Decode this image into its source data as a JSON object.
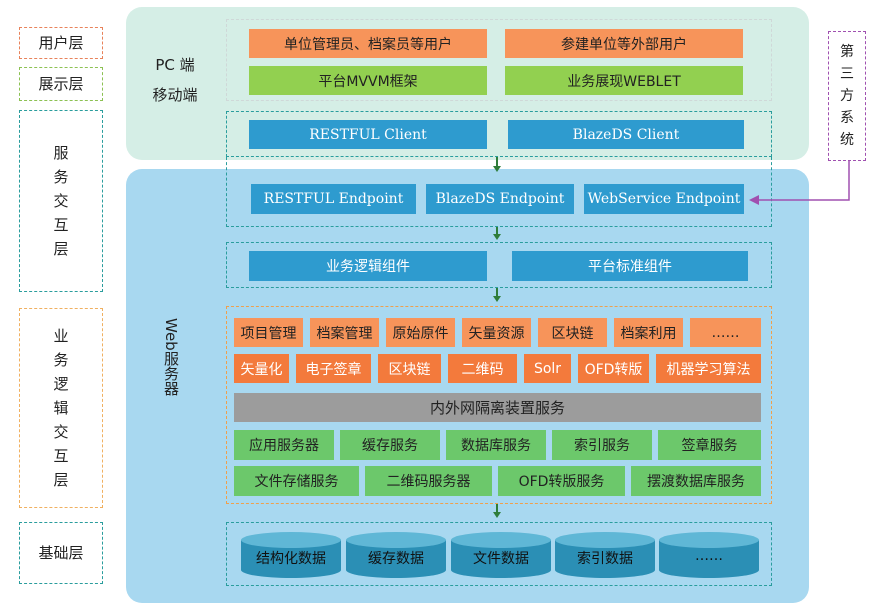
{
  "layers": [
    {
      "label": "用户层",
      "color": "#e8825a"
    },
    {
      "label": "展示层",
      "color": "#8cc152"
    },
    {
      "label": "服务交互层",
      "color": "#2a9d9d"
    },
    {
      "label": "业务逻辑交互层",
      "color": "#f0b060"
    },
    {
      "label": "基础层",
      "color": "#2a9d9d"
    }
  ],
  "client_panel": {
    "line1": "PC 端",
    "line2": "移动端"
  },
  "server_panel": {
    "label": "Web服务器"
  },
  "third_party": {
    "label": "第三方系统"
  },
  "users": [
    "单位管理员、档案员等用户",
    "参建单位等外部用户"
  ],
  "presentation": [
    "平台MVVM框架",
    "业务展现WEBLET"
  ],
  "clients": [
    "RESTFUL  Client",
    "BlazeDS    Client"
  ],
  "endpoints": [
    "RESTFUL  Endpoint",
    "BlazeDS  Endpoint",
    "WebService  Endpoint"
  ],
  "components": [
    "业务逻辑组件",
    "平台标准组件"
  ],
  "business_row1": [
    "项目管理",
    "档案管理",
    "原始原件",
    "矢量资源",
    "区块链",
    "档案利用",
    "……"
  ],
  "business_row2": [
    "矢量化",
    "电子签章",
    "区块链",
    "二维码",
    "Solr",
    "OFD转版",
    "机器学习算法"
  ],
  "isolation": "内外网隔离装置服务",
  "services_row1": [
    "应用服务器",
    "缓存服务",
    "数据库服务",
    "索引服务",
    "签章服务"
  ],
  "services_row2": [
    "文件存储服务",
    "二维码服务器",
    "OFD转版服务",
    "摆渡数据库服务"
  ],
  "storage": [
    "结构化数据",
    "缓存数据",
    "文件数据",
    "索引数据",
    "……"
  ],
  "colors": {
    "client_bg": "#d5eee6",
    "server_bg": "#a8d8f0",
    "orange": "#f7945a",
    "orange_strong": "#f37a3c",
    "green": "#92d050",
    "blue": "#2e9bcf",
    "service_green": "#6cc86b",
    "gray": "#9c9c9c",
    "cylinder": "#2b8fb5",
    "arrow_purple": "#a050b0"
  }
}
